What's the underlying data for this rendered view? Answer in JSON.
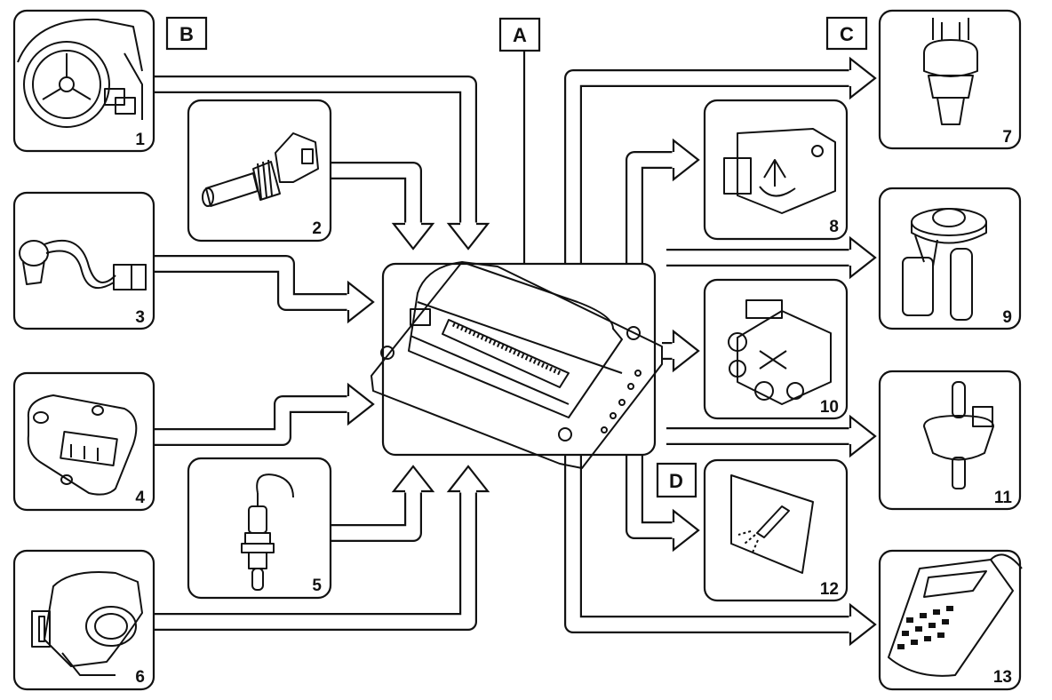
{
  "labels": {
    "a": "A",
    "b": "B",
    "c": "C",
    "d": "D"
  },
  "components": {
    "c1": "1",
    "c2": "2",
    "c3": "3",
    "c4": "4",
    "c5": "5",
    "c6": "6",
    "c7": "7",
    "c8": "8",
    "c9": "9",
    "c10": "10",
    "c11": "11",
    "c12": "12",
    "c13": "13"
  },
  "colors": {
    "line": "#111111",
    "background": "#ffffff"
  }
}
